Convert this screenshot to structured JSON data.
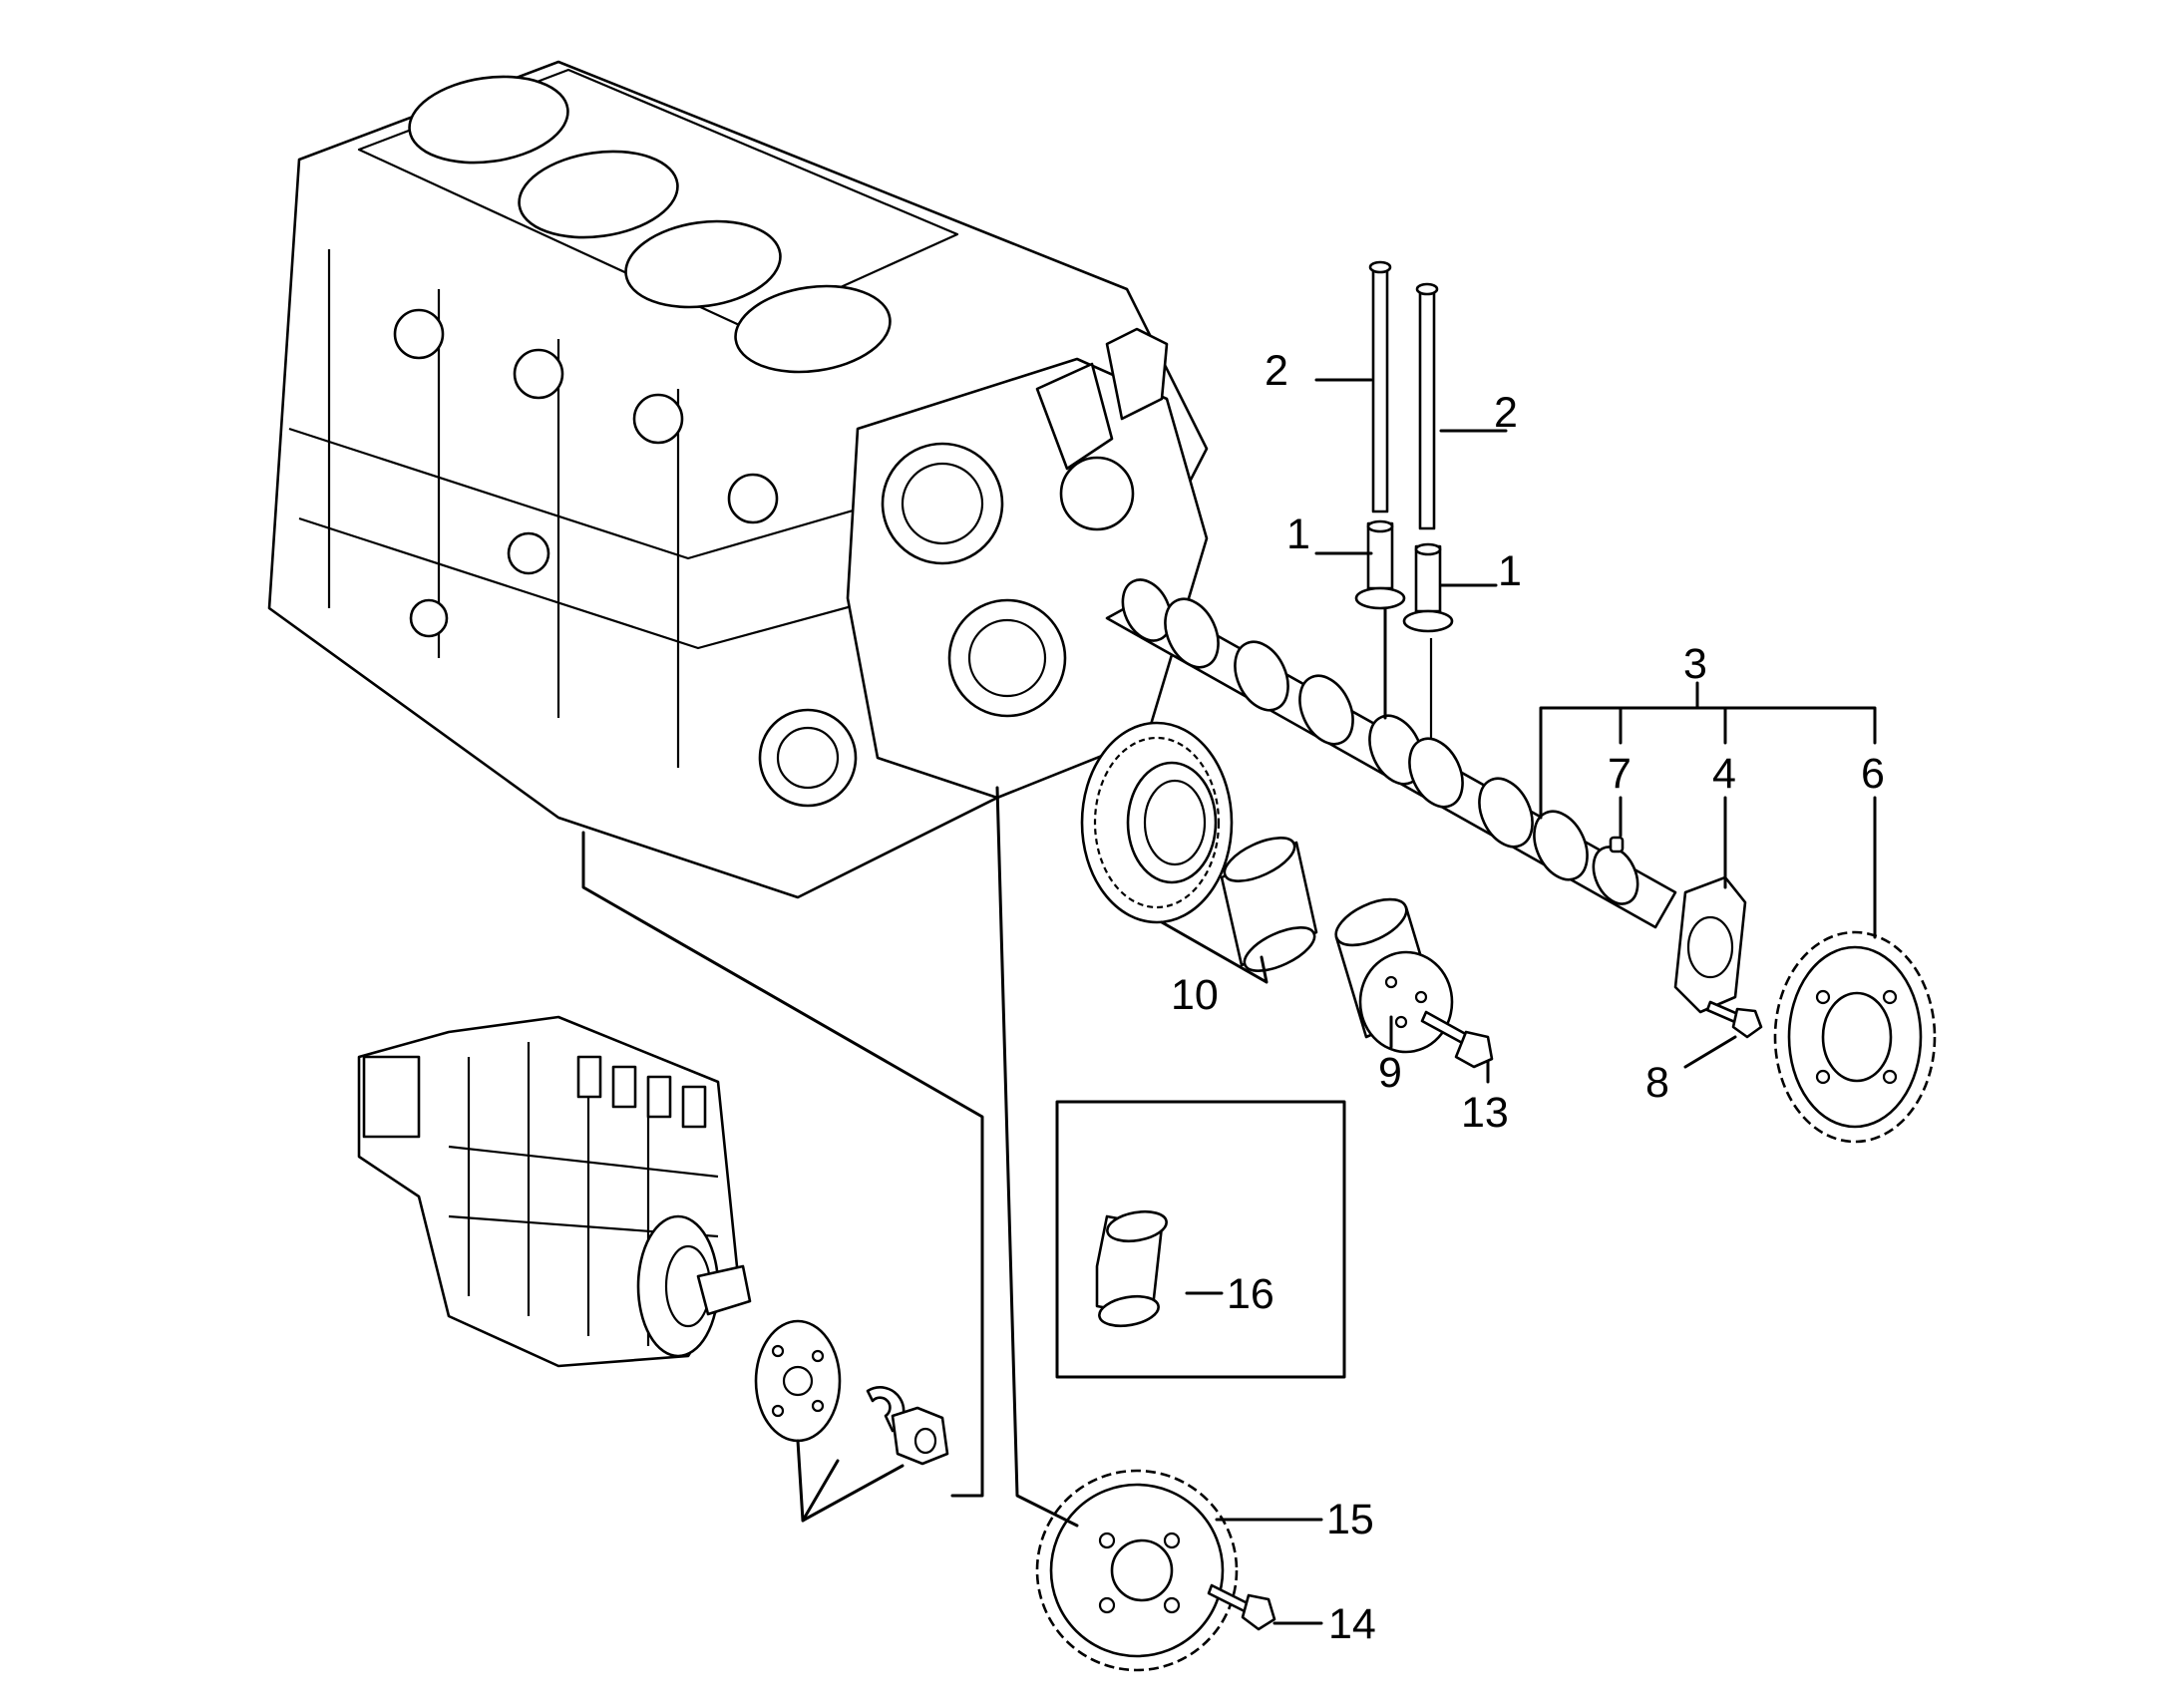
{
  "callouts": [
    {
      "id": "callout-1a",
      "label": "1"
    },
    {
      "id": "callout-1b",
      "label": "1"
    },
    {
      "id": "callout-2a",
      "label": "2"
    },
    {
      "id": "callout-2b",
      "label": "2"
    },
    {
      "id": "callout-3",
      "label": "3"
    },
    {
      "id": "callout-4",
      "label": "4"
    },
    {
      "id": "callout-6",
      "label": "6"
    },
    {
      "id": "callout-7",
      "label": "7"
    },
    {
      "id": "callout-8",
      "label": "8"
    },
    {
      "id": "callout-9",
      "label": "9"
    },
    {
      "id": "callout-10",
      "label": "10"
    },
    {
      "id": "callout-13",
      "label": "13"
    },
    {
      "id": "callout-14",
      "label": "14"
    },
    {
      "id": "callout-15",
      "label": "15"
    },
    {
      "id": "callout-16",
      "label": "16"
    }
  ]
}
